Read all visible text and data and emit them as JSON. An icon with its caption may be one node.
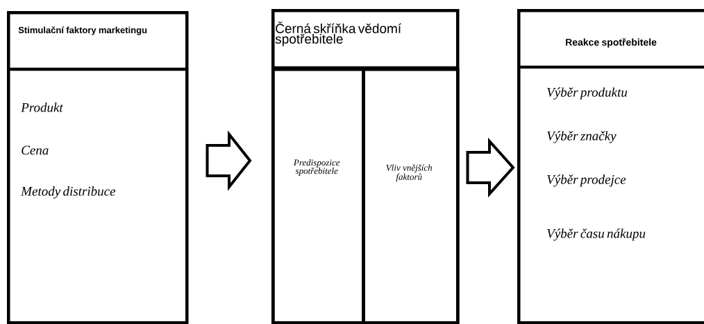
{
  "diagram": {
    "nodes": [
      {
        "text": [
          "Stimulační faktory marketingu",
          "Produkt",
          "Cena",
          "Metody distribuce"
        ]
      },
      {
        "text": [
          "Černá skříňka vědomí spotřebitele"
        ]
      },
      {
        "text": [
          "Predispozice spotřebitele"
        ],
        "in": 1
      },
      {
        "text": [
          "Vliv vnějších faktorů"
        ],
        "in": 1
      },
      {
        "text": [
          "Reakce spotřebitele",
          "Výběr produktu",
          "Výběr značky",
          "Výběr prodejce",
          "Výběr času nákupu"
        ]
      }
    ],
    "edges": [
      {
        "from": 0,
        "to": 1,
        "arrow": "to"
      },
      {
        "from": 1,
        "to": 4,
        "arrow": "to"
      }
    ]
  }
}
